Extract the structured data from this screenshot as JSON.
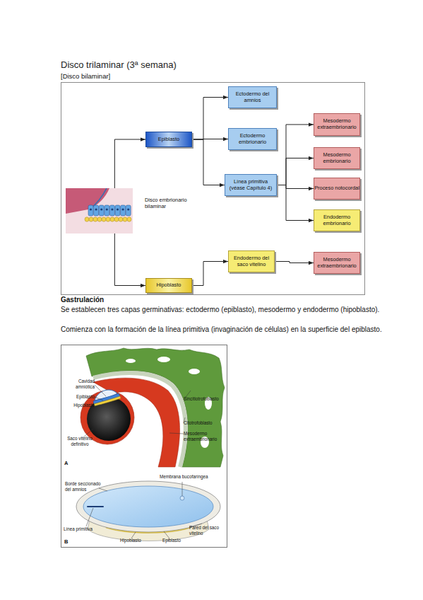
{
  "diagram": {
    "title": "Disco trilaminar (3ª semana)",
    "nodes": [
      {
        "text": [
          "Disco embrionario bilaminar"
        ]
      },
      {
        "text": [
          "Epiblasto"
        ]
      },
      {
        "text": [
          "Ectodermo del amnios"
        ]
      },
      {
        "text": [
          "Ectodermo embrionario"
        ]
      },
      {
        "text": [
          "Línea primitiva (véase Capítulo 4)"
        ]
      },
      {
        "text": [
          "Mesodermo extraembrionario"
        ]
      },
      {
        "text": [
          "Mesodermo embrionario"
        ]
      },
      {
        "text": [
          "Proceso notocordal"
        ]
      },
      {
        "text": [
          "Endodermo embrionario"
        ]
      },
      {
        "text": [
          "Hipoblasto"
        ]
      },
      {
        "text": [
          "Endodermo del saco vitelino"
        ]
      },
      {
        "text": [
          "Mesodermo extraembrionario"
        ]
      }
    ],
    "edges": [
      {
        "from": 0,
        "to": 1,
        "arrow": "to"
      },
      {
        "from": 0,
        "to": 9,
        "arrow": "to"
      },
      {
        "from": 1,
        "to": 2,
        "arrow": "to"
      },
      {
        "from": 1,
        "to": 3,
        "arrow": "to"
      },
      {
        "from": 1,
        "to": 4,
        "arrow": "to"
      },
      {
        "from": 4,
        "to": 5,
        "arrow": "to"
      },
      {
        "from": 4,
        "to": 6,
        "arrow": "to"
      },
      {
        "from": 4,
        "to": 7,
        "arrow": "to"
      },
      {
        "from": 4,
        "to": 8,
        "arrow": "to"
      },
      {
        "from": 9,
        "to": 10,
        "arrow": "to"
      },
      {
        "from": 10,
        "to": 11,
        "arrow": "to"
      }
    ],
    "labels": [
      "[Disco bilaminar]",
      "Gastrulación",
      "Se establecen tres capas germinativas: ectodermo (epiblasto), mesodermo y endodermo (hipoblasto).",
      "Comienza con la formación de la línea primitiva (invaginación de células) en la superficie del epiblasto.",
      "Cavidad amniótica",
      "Epiblasto",
      "Hipoblasto",
      "Saco vitelino definitivo",
      "Sincitiotrofoblasto",
      "Citotrofoblasto",
      "Mesodermo extraembrionario",
      "A",
      "Borde seccionado del amnios",
      "Membrana bucofaríngea",
      "Línea primitiva",
      "Hipoblasto",
      "Epiblasto",
      "Pared del saco vitelino",
      "B"
    ]
  }
}
